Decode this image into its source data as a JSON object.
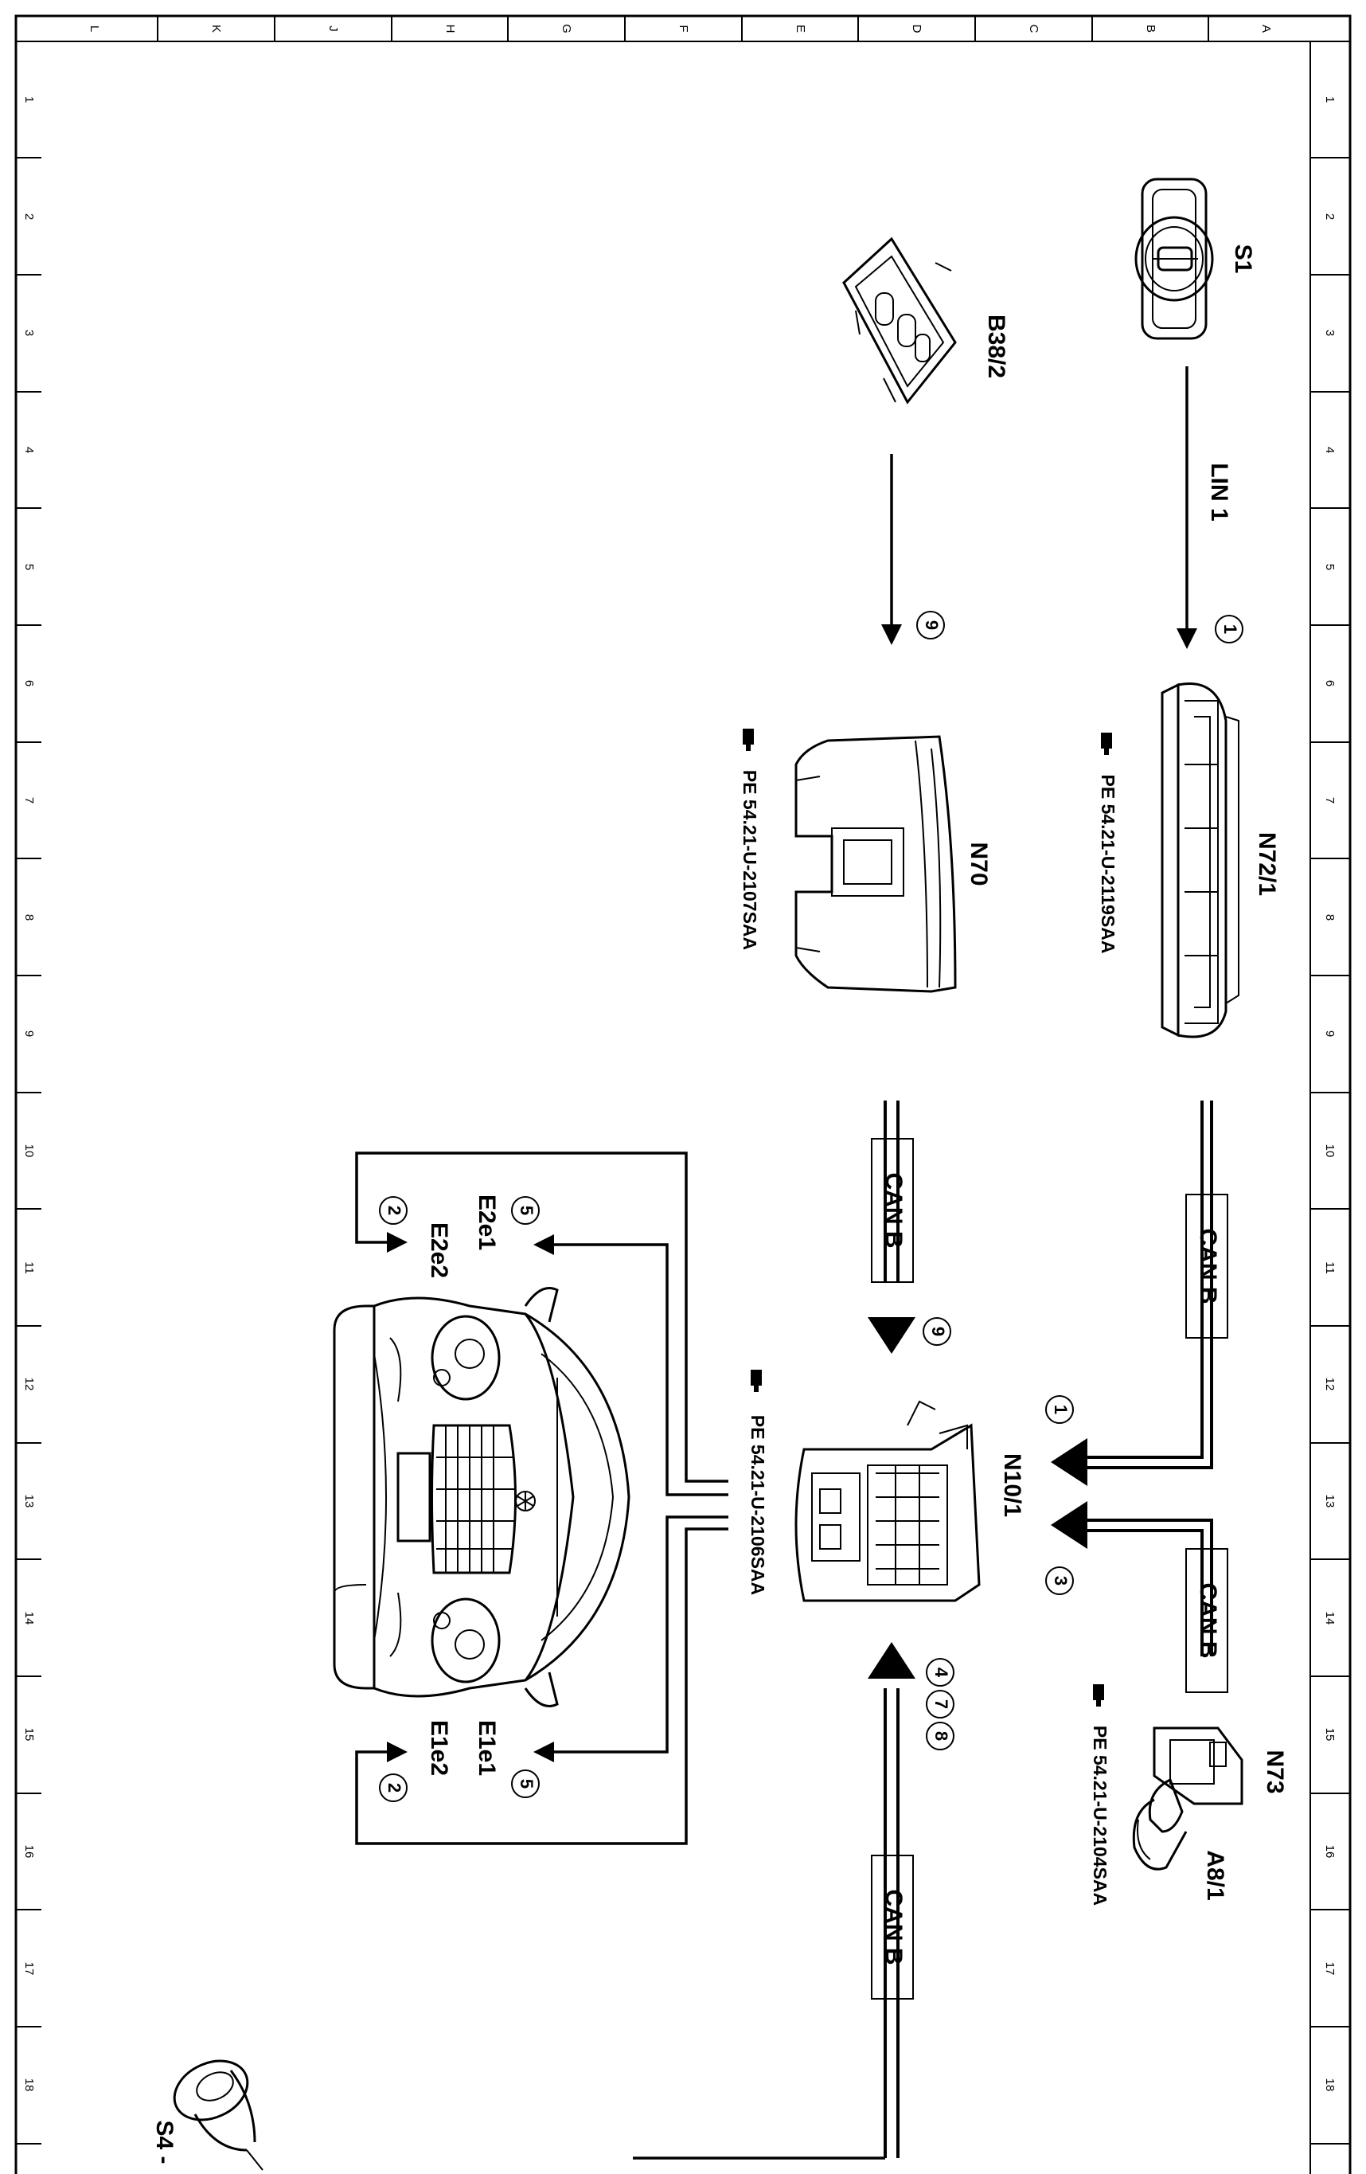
{
  "grid": {
    "columns": [
      "L",
      "K",
      "J",
      "H",
      "G",
      "F",
      "E",
      "D",
      "C",
      "B",
      "A"
    ],
    "rows": [
      "1",
      "2",
      "3",
      "4",
      "5",
      "6",
      "7",
      "8",
      "9",
      "10",
      "11",
      "12",
      "13",
      "14",
      "15",
      "16",
      "17",
      "18"
    ]
  },
  "components": {
    "s1": "S1",
    "b38_2": "B38/2",
    "n72_1": "N72/1",
    "n70": "N70",
    "n10_1": "N10/1",
    "n73": "N73",
    "a8_1": "A8/1",
    "s4": "S4 -",
    "e2e1": "E2e1",
    "e2e2": "E2e2",
    "e1e1": "E1e1",
    "e1e2": "E1e2"
  },
  "refs": {
    "n72_1": "PE 54.21-U-2119SAA",
    "n70": "PE 54.21-U-2107SAA",
    "n10_1": "PE 54.21-U-2106SAA",
    "n73": "PE 54.21-U-2104SAA"
  },
  "buses": {
    "lin1": "LIN 1",
    "can_b_top": "CAN B",
    "can_b_right": "CAN B",
    "can_b_left": "CAN B",
    "can_b_bottom": "CAN B"
  },
  "signals": {
    "s1_out": "1",
    "b38_out": "9",
    "n10_in_top": "1",
    "n10_in_right": "3",
    "n10_in_left": "9",
    "n10_bot_a": "4",
    "n10_bot_b": "7",
    "n10_bot_c": "8",
    "e2e1": "5",
    "e2e2": "2",
    "e1e1": "5",
    "e1e2": "2"
  }
}
